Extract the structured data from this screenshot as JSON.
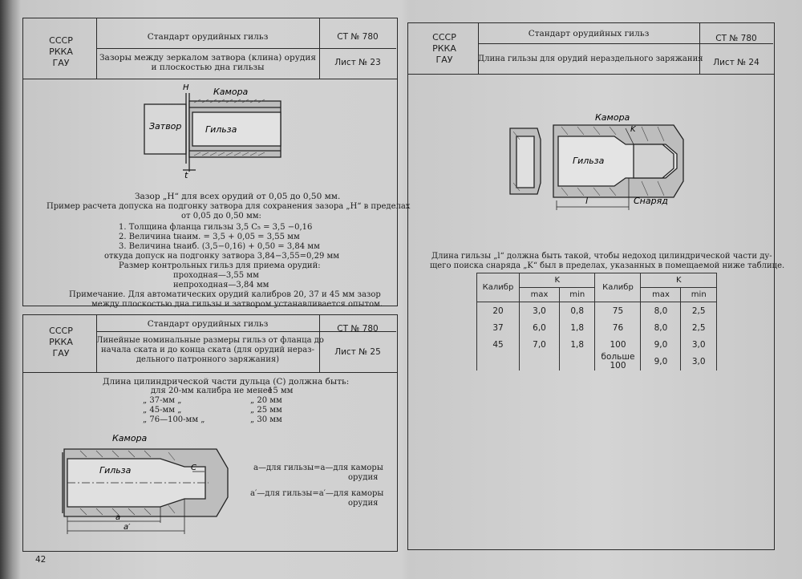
{
  "page_number": "42",
  "sheet23": {
    "org": [
      "СССР",
      "РККА",
      "ГАУ"
    ],
    "standard": "Стандарт орудийных гильз",
    "title": "Зазоры между зеркалом затвора (клина) орудия",
    "title2": "и плоскостью дна гильзы",
    "code": "СТ № 780",
    "sheet": "Лист № 23",
    "fig": {
      "H": "H",
      "kamora": "Камора",
      "zatvor": "Затвор",
      "gilza": "Гильза",
      "t": "t"
    },
    "p1": "Зазор „H“ для всех орудий от 0,05 до 0,50 мм.",
    "p2": "Пример расчета допуска на подгонку затвора для сохранения зазора „H“ в пределах",
    "p3": "от 0,05 до 0,50 мм:",
    "l1": "1. Толщина фланца гильзы 3,5 C₅ = 3,5 −0,16",
    "l2": "2. Величина tнаим. = 3,5 + 0,05 = 3,55 мм",
    "l3": "3. Величина tнаиб. (3,5−0,16) + 0,50 = 3,84 мм",
    "l4": "откуда допуск на подгонку затвора 3,84−3,55=0,29 мм",
    "l5": "Размер контрольных гильз для приема орудий:",
    "l6": "проходная—3,55 мм",
    "l7": "непроходная—3,84 мм",
    "note1": "Примечание. Для автоматических орудий калибров 20, 37 и 45 мм зазор",
    "note2": "между плоскостью дна гильзы и затвором устанавливается опытом."
  },
  "sheet25": {
    "org": [
      "СССР",
      "РККА",
      "ГАУ"
    ],
    "standard": "Стандарт орудийных гильз",
    "title": "Линейные номинальные размеры гильз от фланца до",
    "title2": "начала ската и до конца ската (для орудий нераз-",
    "title3": "дельного патронного заряжания)",
    "code": "СТ № 780",
    "sheet": "Лист № 25",
    "intro": "Длина цилиндрической части дульца (С) должна быть:",
    "rows": [
      {
        "a": "для 20-мм калибра не менее",
        "b": "15 мм"
      },
      {
        "a": "„ 37-мм „",
        "b": "„ 20 мм"
      },
      {
        "a": "„ 45-мм „",
        "b": "„ 25 мм"
      },
      {
        "a": "„ 76—100-мм „",
        "b": "„ 30 мм"
      }
    ],
    "fig": {
      "kamora": "Камора",
      "gilza": "Гильза",
      "c": "C",
      "a": "a",
      "a2": "a′"
    },
    "leg1": "a—для гильзы=a—для каморы",
    "leg1b": "орудия",
    "leg2": "a′—для гильзы=a′—для каморы",
    "leg2b": "орудия"
  },
  "sheet24": {
    "org": [
      "СССР",
      "РККА",
      "ГАУ"
    ],
    "standard": "Стандарт орудийных гильз",
    "title": "Длина гильзы для орудий нераздельного заряжания",
    "code": "СТ № 780",
    "sheet": "Лист № 24",
    "fig": {
      "kamora": "Камора",
      "gilza": "Гильза",
      "K": "K",
      "l": "l",
      "snaryad": "Снаряд"
    },
    "p1": "Длина гильзы „l“ должна быть такой, чтобы недоход цилиндрической части ду-",
    "p2": "щего поиска снаряда „K“ был в пределах, указанных в помещаемой ниже таблице.",
    "table": {
      "h_kal": "Калибр",
      "h_k": "K",
      "h_max": "max",
      "h_min": "min",
      "left": [
        {
          "kal": "20",
          "max": "3,0",
          "min": "0,8"
        },
        {
          "kal": "37",
          "max": "6,0",
          "min": "1,8"
        },
        {
          "kal": "45",
          "max": "7,0",
          "min": "1,8"
        }
      ],
      "right": [
        {
          "kal": "75",
          "max": "8,0",
          "min": "2,5"
        },
        {
          "kal": "76",
          "max": "8,0",
          "min": "2,5"
        },
        {
          "kal": "100",
          "max": "9,0",
          "min": "3,0"
        },
        {
          "kal": "больше",
          "kal2": "100",
          "max": "9,0",
          "min": "3,0"
        }
      ]
    }
  }
}
